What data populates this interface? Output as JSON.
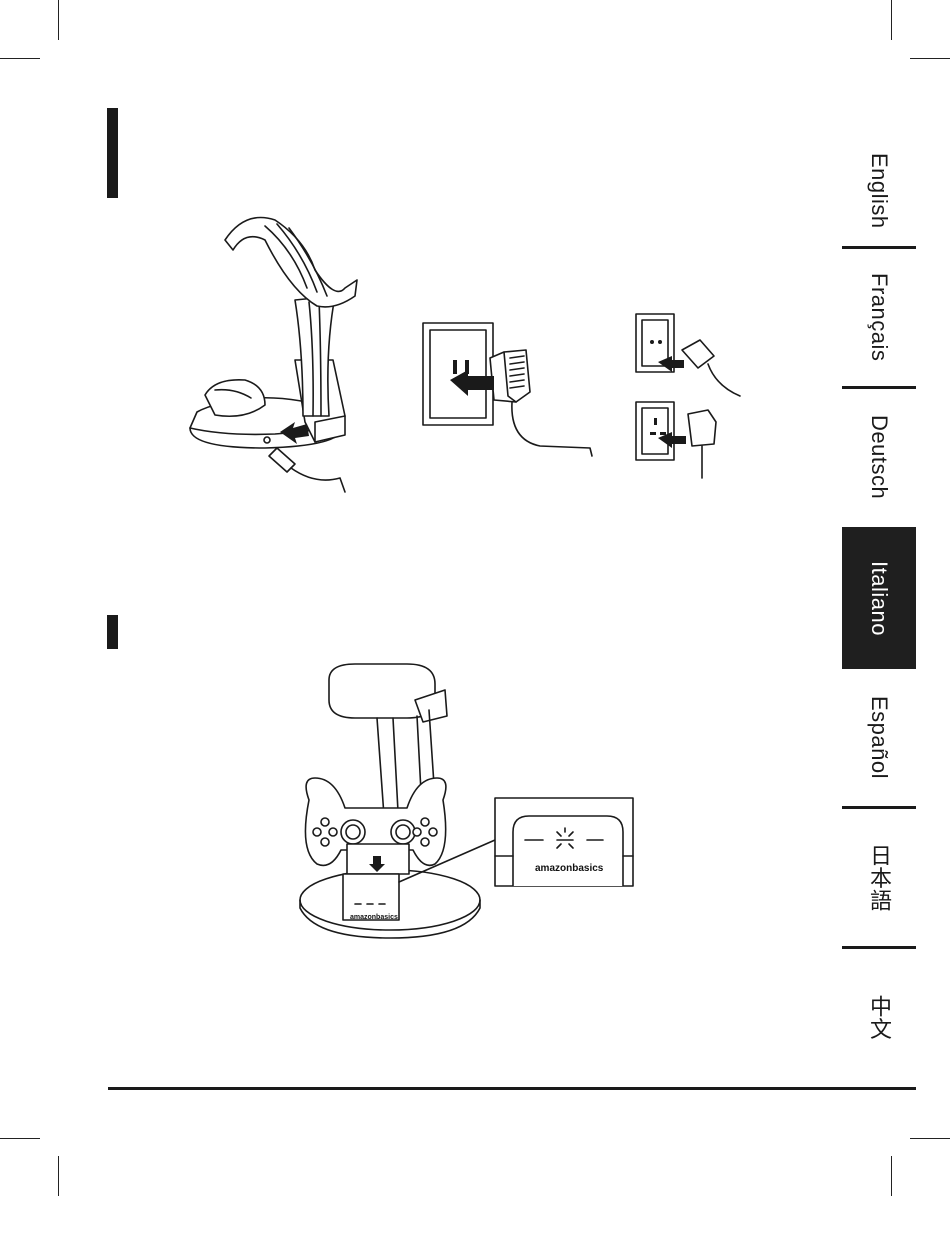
{
  "languages": [
    {
      "label": "English",
      "active": false
    },
    {
      "label": "Français",
      "active": false
    },
    {
      "label": "Deutsch",
      "active": false
    },
    {
      "label": "Italiano",
      "active": true
    },
    {
      "label": "Español",
      "active": false
    },
    {
      "label": "日本語",
      "active": false
    },
    {
      "label": "中文",
      "active": false
    }
  ],
  "figures": {
    "stand_logo": "amazonbasics",
    "inset_logo": "amazonbasics"
  },
  "colors": {
    "ink": "#1a1a1a",
    "active_tab_bg": "#1f1f1f",
    "active_tab_text": "#ffffff"
  }
}
